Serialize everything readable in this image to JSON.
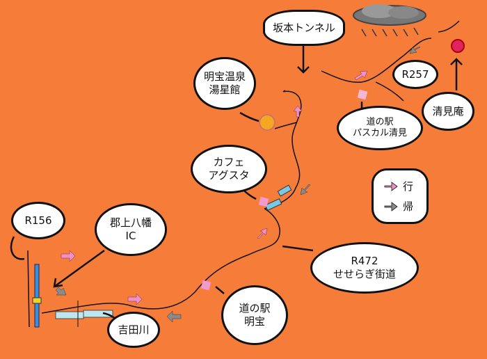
{
  "map": {
    "background_color": "#f67c3a",
    "go_arrow_color": "#f08fc8",
    "return_arrow_color": "#8a8a8a",
    "roads": "#111111"
  },
  "labels": {
    "sakamoto_tunnel": "坂本トンネル",
    "r257": "R257",
    "kiyomi_an": "清見庵",
    "michinoeki_pascal": "道の駅\nパスカル清見",
    "meiho_onsen": "明宝温泉\n湯星館",
    "cafe_augusta": "カフェ\nアグスタ",
    "r156": "R156",
    "gujo_ic": "郡上八幡\nIC",
    "yoshida_river": "吉田川",
    "michinoeki_meiho": "道の駅\n明宝",
    "r472": "R472\nせせらぎ街道"
  },
  "legend": {
    "go_label": "行",
    "return_label": "帰"
  }
}
